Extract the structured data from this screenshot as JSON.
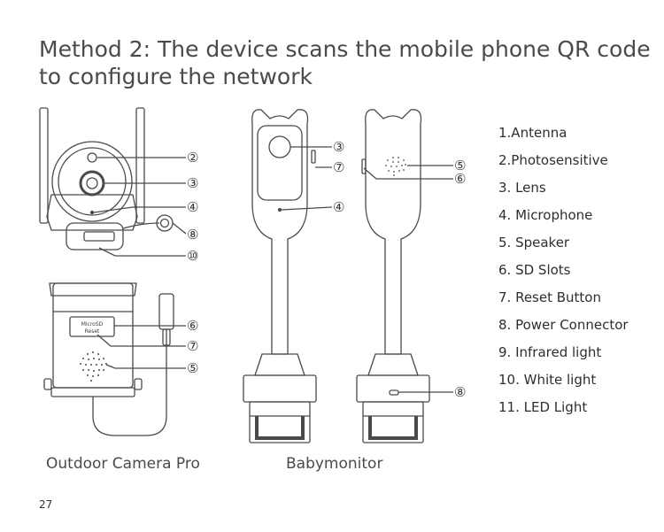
{
  "title": {
    "line1": "Method 2: The device scans the mobile phone QR code",
    "line2": "to configure the network"
  },
  "legend": [
    "1.Antenna",
    "2.Photosensitive",
    "3. Lens",
    "4. Microphone",
    "5. Speaker",
    "6. SD Slots",
    "7. Reset Button",
    "8. Power Connector",
    "9. Infrared light",
    "10. White light",
    "11. LED Light"
  ],
  "callouts": {
    "n2": "②",
    "n3": "③",
    "n4": "④",
    "n5": "⑤",
    "n6": "⑥",
    "n7": "⑦",
    "n8": "⑧",
    "n10": "⑩"
  },
  "device_labels": {
    "microsd": "MicroSD",
    "reset": "Reset"
  },
  "captions": {
    "outdoor": "Outdoor Camera Pro",
    "baby": "Babymonitor"
  },
  "page_number": "27",
  "colors": {
    "line": "#4a4a4a",
    "text": "#3a3a3a"
  }
}
